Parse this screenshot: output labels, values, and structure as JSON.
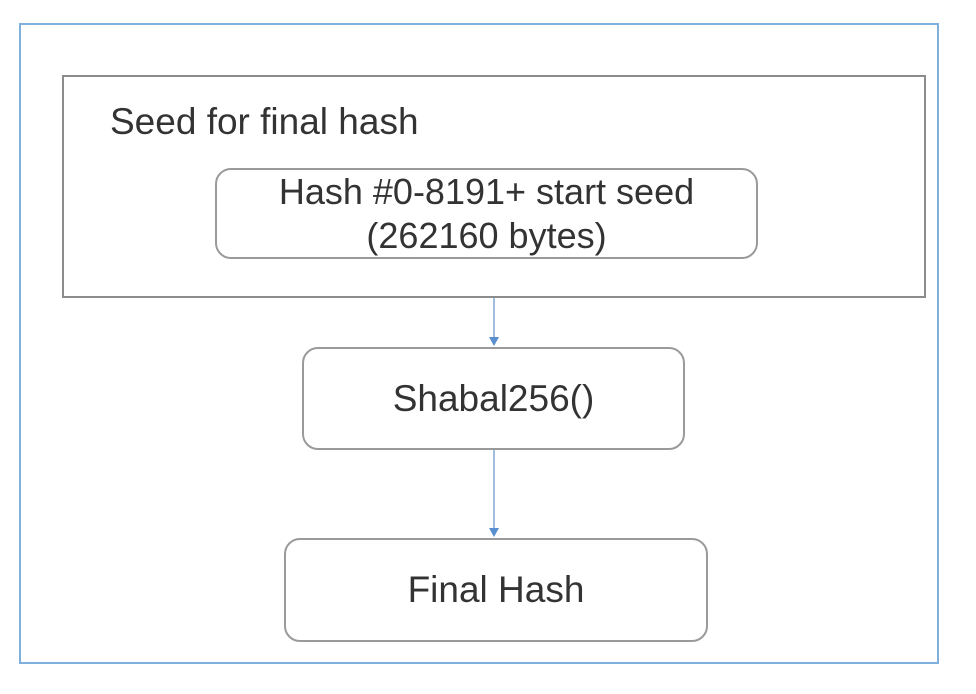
{
  "diagram": {
    "group": {
      "label": "Seed for final hash"
    },
    "nodes": {
      "input": {
        "line1": "Hash #0-8191+ start seed",
        "line2": "(262160 bytes)"
      },
      "func": {
        "label": "Shabal256()"
      },
      "final": {
        "label": "Final Hash"
      }
    },
    "edges": [
      {
        "from": "seed-group",
        "to": "func"
      },
      {
        "from": "func",
        "to": "final"
      }
    ],
    "colors": {
      "frame_border": "#7fb0dc",
      "box_border": "#9a9a9a",
      "arrow": "#7fa8d6",
      "text": "#333333"
    }
  }
}
